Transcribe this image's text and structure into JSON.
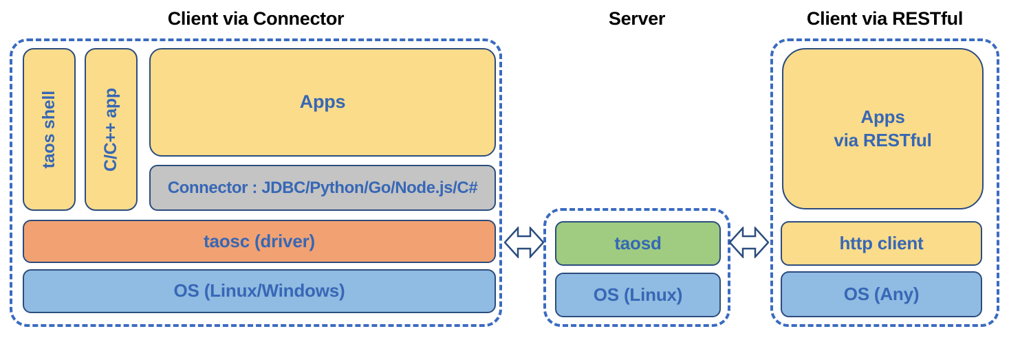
{
  "left": {
    "title": "Client via Connector",
    "taos_shell": "taos shell",
    "cpp_app": "C/C++ app",
    "apps": "Apps",
    "connector": "Connector : JDBC/Python/Go/Node.js/C#",
    "taosc": "taosc (driver)",
    "os": "OS (Linux/Windows)"
  },
  "server": {
    "title": "Server",
    "taosd": "taosd",
    "os": "OS (Linux)"
  },
  "right": {
    "title": "Client via RESTful",
    "apps_line1": "Apps",
    "apps_line2": "via RESTful",
    "http_client": "http client",
    "os": "OS (Any)"
  },
  "colors": {
    "app_yellow": "#FBDC8A",
    "driver_orange": "#F2A272",
    "os_blue": "#90BBE2",
    "server_green": "#9FCC80",
    "connector_gray": "#C4C4C4",
    "container_dash_blue": "#3B6BC0",
    "box_border_navy": "#2B4C7E",
    "label_blue": "#3767B5",
    "title_black": "#000000"
  },
  "icons": {
    "left_link": "double-arrow-icon",
    "right_link": "double-arrow-icon"
  }
}
